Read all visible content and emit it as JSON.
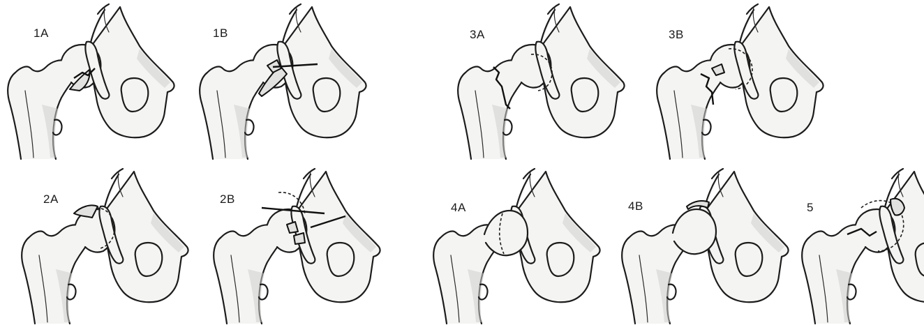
{
  "panels": [
    {
      "id": "1A",
      "label": "1A"
    },
    {
      "id": "1B",
      "label": "1B"
    },
    {
      "id": "3A",
      "label": "3A"
    },
    {
      "id": "3B",
      "label": "3B"
    },
    {
      "id": "2A",
      "label": "2A"
    },
    {
      "id": "2B",
      "label": "2B"
    },
    {
      "id": "4A",
      "label": "4A"
    },
    {
      "id": "4B",
      "label": "4B"
    },
    {
      "id": "5",
      "label": "5"
    }
  ]
}
